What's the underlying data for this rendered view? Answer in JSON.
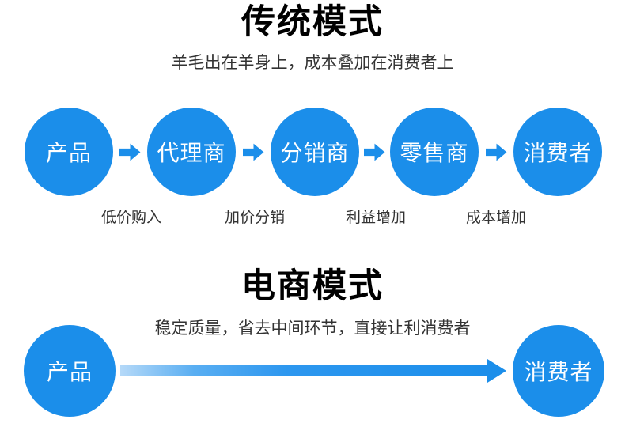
{
  "colors": {
    "node_blue": "#1b8eea",
    "arrow_blue": "#1b8eea",
    "arrow_gradient_start": "#b5d9f8",
    "title_text": "#000000",
    "subtitle_text": "#333333",
    "node_text": "#ffffff"
  },
  "traditional": {
    "title": "传统模式",
    "subtitle": "羊毛出在羊身上，成本叠加在消费者上",
    "nodes": [
      "产品",
      "代理商",
      "分销商",
      "零售商",
      "消费者"
    ],
    "step_labels": [
      "低价购入",
      "加价分销",
      "利益增加",
      "成本增加"
    ]
  },
  "ecommerce": {
    "title": "电商模式",
    "subtitle": "稳定质量，省去中间环节，直接让利消费者",
    "start_node": "产品",
    "end_node": "消费者"
  },
  "icons": {
    "step_arrow": "arrow-right",
    "flow_arrow": "long-arrow-right"
  }
}
